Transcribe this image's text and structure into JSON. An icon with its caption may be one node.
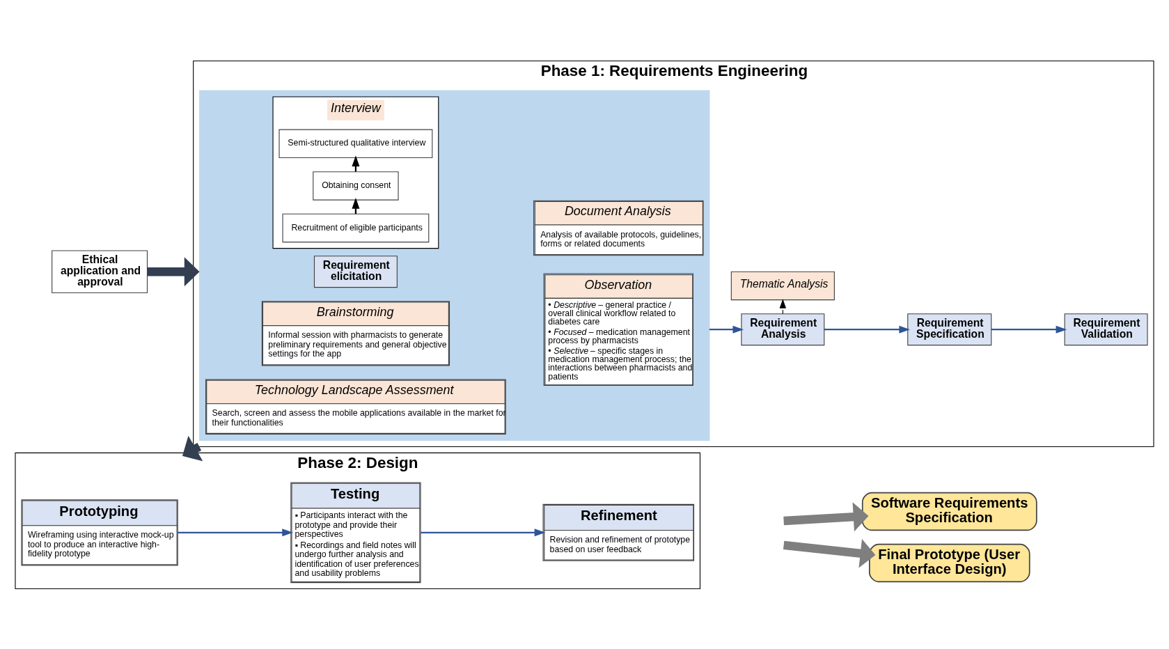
{
  "diagram": {
    "nodes": [
      {
        "text": [
          "Ethical application and approval"
        ]
      },
      {
        "text": [
          "Phase 1: Requirements Engineering"
        ]
      },
      {
        "text": [],
        "shape": "box",
        "in": 1
      },
      {
        "text": [
          "Requirement elicitation"
        ],
        "in": 2
      },
      {
        "text": [
          "Brainstorming",
          "Informal session with pharmacists to generate preliminary requirements and general objective settings for the app"
        ],
        "in": 2
      },
      {
        "text": [
          "Interview"
        ],
        "in": 2
      },
      {
        "text": [
          "Recruitment of eligible participants"
        ],
        "in": 5
      },
      {
        "text": [
          "Obtaining consent"
        ],
        "in": 5
      },
      {
        "text": [
          "Semi-structured qualitative interview"
        ],
        "in": 5
      },
      {
        "text": [
          "Observation",
          "• *Descriptive* – general practice / overall clinical workflow related to diabetes care",
          "• *Focused* – medication management process by pharmacists",
          "• *Selective* – specific stages in medication management process; the interactions between pharmacists and patients"
        ],
        "in": 2
      },
      {
        "text": [
          "Document Analysis",
          "Analysis of available protocols, guidelines, forms or related documents"
        ],
        "in": 2
      },
      {
        "text": [
          "Technology Landscape Assessment",
          "Search, screen and assess the mobile applications available in the market for their functionalities"
        ],
        "in": 2
      },
      {
        "text": [
          "Requirement Analysis"
        ],
        "in": 1
      },
      {
        "text": [
          "Requirement Specification"
        ],
        "in": 1
      },
      {
        "text": [
          "Requirement Validation"
        ],
        "in": 1
      },
      {
        "text": [
          "Thematic Analysis"
        ],
        "in": 1
      },
      {
        "text": [
          "Phase 2: Design"
        ]
      },
      {
        "text": [
          "Prototyping",
          "Wireframing using interactive mock-up tool to produce an interactive high-fidelity prototype"
        ],
        "in": 16
      },
      {
        "text": [
          "Testing",
          "▪ Participants interact with the prototype and provide their perspectives",
          "▪ Recordings and field notes will undergo further analysis and identification of user preferences and usability problems"
        ],
        "in": 16
      },
      {
        "text": [
          "Refinement",
          "Revision and refinement of prototype based on user feedback"
        ],
        "in": 16
      },
      {
        "text": [
          "Software Requirements Specification"
        ]
      },
      {
        "text": [
          "Final Prototype (User Interface Design)"
        ]
      }
    ],
    "edges": [
      {
        "from": 0,
        "to": 1,
        "arrow": "to",
        "style": "thick",
        "color": "#333f50"
      },
      {
        "from": 6,
        "to": 7,
        "arrow": "to",
        "color": "#000000"
      },
      {
        "from": 7,
        "to": 8,
        "arrow": "to",
        "color": "#000000"
      },
      {
        "from": 2,
        "to": 12,
        "arrow": "to"
      },
      {
        "from": 12,
        "to": 13,
        "arrow": "to"
      },
      {
        "from": 13,
        "to": 14,
        "arrow": "to"
      },
      {
        "from": 12,
        "to": 15,
        "arrow": "to",
        "style": "dashed",
        "color": "#000000"
      },
      {
        "from": 1,
        "to": 16,
        "arrow": "to",
        "style": "thick",
        "color": "#333f50"
      },
      {
        "from": 17,
        "to": 18,
        "arrow": "to"
      },
      {
        "from": 18,
        "to": 19,
        "arrow": "to"
      },
      {
        "from": null,
        "to": 20,
        "arrow": "to",
        "style": "thick",
        "color": "#7f7f7f"
      },
      {
        "from": null,
        "to": 21,
        "arrow": "to",
        "style": "thick",
        "color": "#7f7f7f"
      }
    ]
  }
}
